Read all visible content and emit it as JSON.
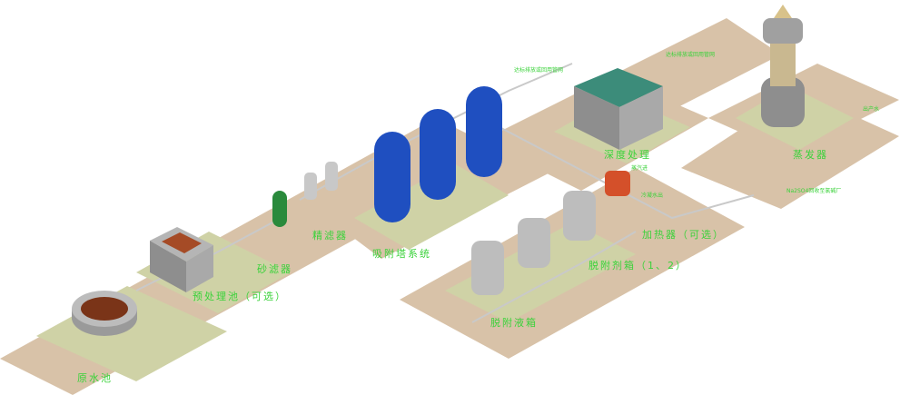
{
  "labels": {
    "raw_pool": "原水池",
    "pretreat_pool": "预处理池（可选）",
    "sand_filter": "砂滤器",
    "fine_filter": "精滤器",
    "adsorber_system": "吸附塔系统",
    "desorbent_tanks": "脱附剂箱（1、2）",
    "desorbed_liquid_tank": "脱附液箱",
    "heater": "加热器（可选）",
    "steam_in": "蒸汽进",
    "cond_water": "冷凝水出",
    "concentrate_treat": "深度处理",
    "evaporator": "蒸发器",
    "top_note_1": "达标排放或回用管网",
    "top_note_2": "达标排放或回用管网",
    "product_out": "出产水",
    "bottom_right_note": "Na2SO4回收至氯碱厂"
  },
  "colors": {
    "floor": "#d8c2a8",
    "pad": "#cfd2a6",
    "label": "#3ad23a",
    "tower": "#1f4fc0",
    "vessel": "#bdbdbd"
  }
}
